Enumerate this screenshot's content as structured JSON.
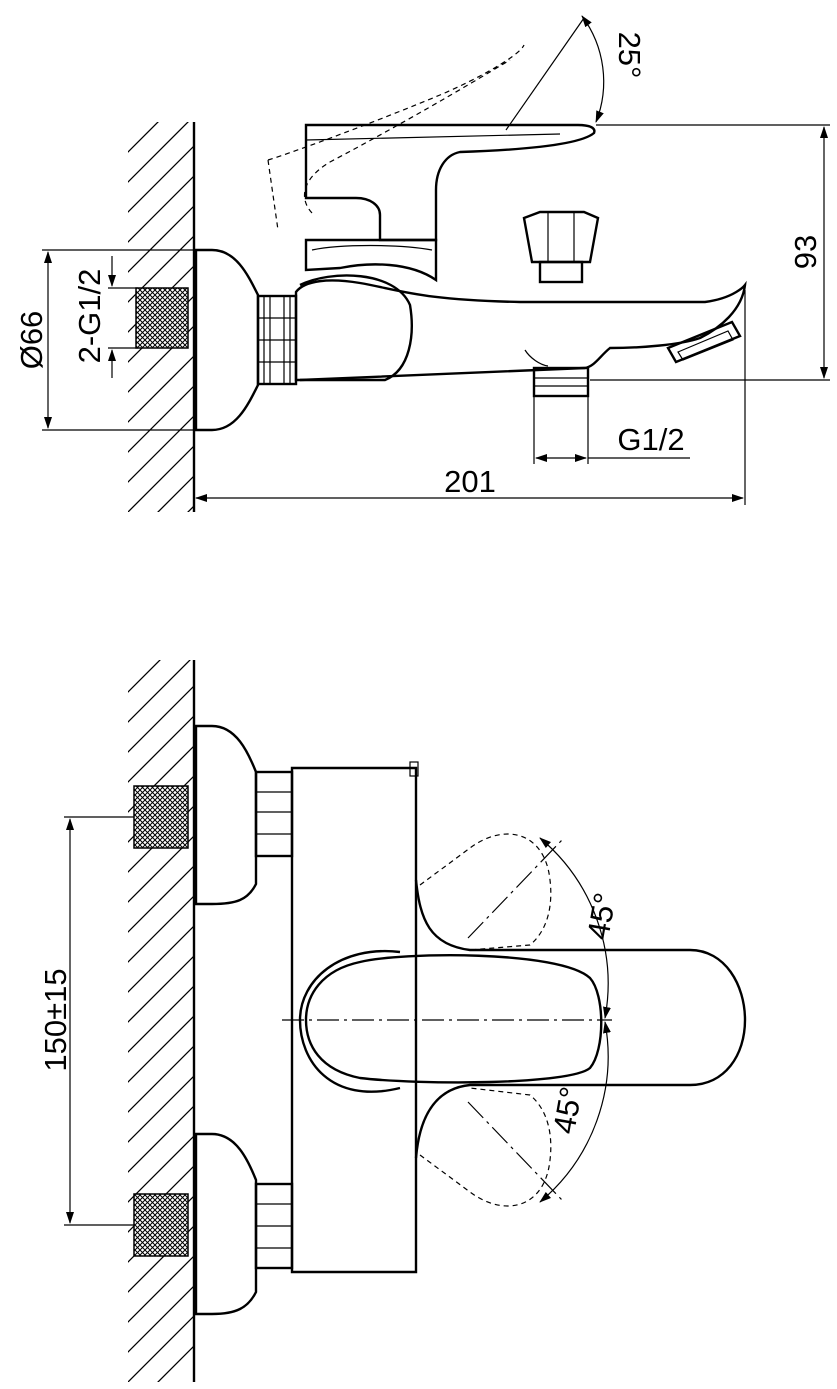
{
  "side_view": {
    "dimensions": {
      "lever_angle": "25°",
      "height": "93",
      "flange_diameter": "Ø66",
      "inlet_thread": "2-G1/2",
      "outlet_thread": "G1/2",
      "length": "201"
    }
  },
  "top_view": {
    "dimensions": {
      "center_distance": "150±15",
      "angle_upper": "45°",
      "angle_lower": "45°"
    }
  }
}
